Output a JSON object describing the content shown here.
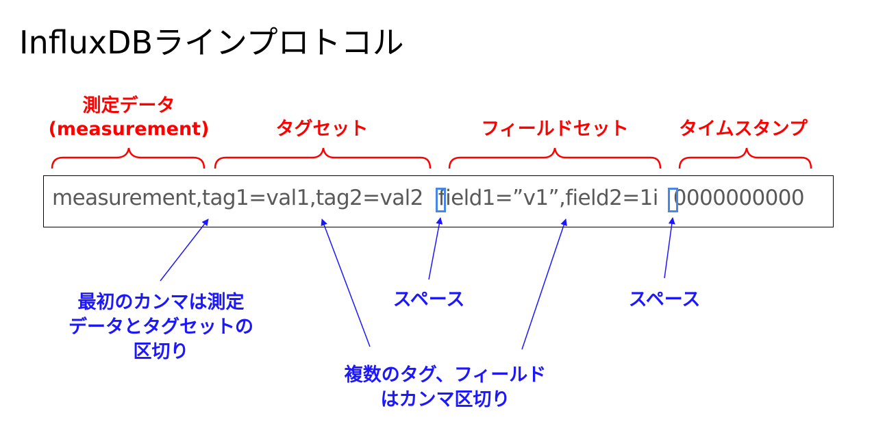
{
  "title": "InfluxDBラインプロトコル",
  "sections": {
    "measurement": {
      "line1": "測定データ",
      "line2": "(measurement)"
    },
    "tag_set": "タグセット",
    "field_set": "フィールドセット",
    "timestamp": "タイムスタンプ"
  },
  "protocol": {
    "measurement": "measurement,tag1=val1,tag2=val2",
    "fields": "field1=”v1”,field2=1i",
    "timestamp": "0000000000"
  },
  "annotations": {
    "first_comma": {
      "line1": "最初のカンマは測定",
      "line2": "データとタグセットの",
      "line3": "区切り"
    },
    "space1": "スペース",
    "space2": "スペース",
    "multiple": {
      "line1": "複数のタグ、フィールド",
      "line2": "はカンマ区切り"
    }
  },
  "colors": {
    "section_label": "#ff0000",
    "annotation": "#1c17ff",
    "space_marker": "#4a86e8",
    "protocol_text": "#595959"
  }
}
